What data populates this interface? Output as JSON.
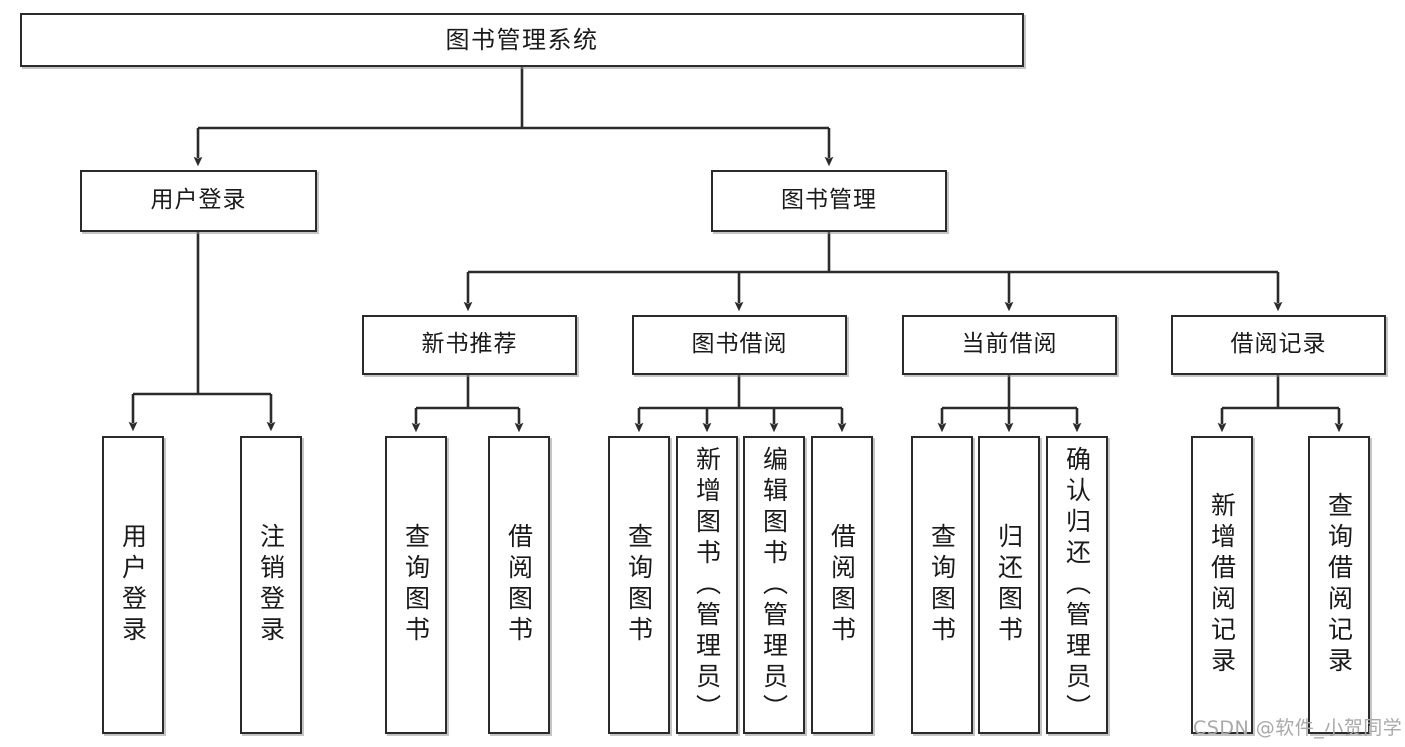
{
  "diagram": {
    "title": "图书管理系统",
    "type": "tree-hierarchy-diagram",
    "root": {
      "label": "图书管理系统"
    },
    "level2": [
      {
        "label": "用户登录"
      },
      {
        "label": "图书管理"
      }
    ],
    "level3": [
      {
        "label": "新书推荐"
      },
      {
        "label": "图书借阅"
      },
      {
        "label": "当前借阅"
      },
      {
        "label": "借阅记录"
      }
    ],
    "leaves": {
      "user_login": [
        {
          "label": "用户登录"
        },
        {
          "label": "注销登录"
        }
      ],
      "new_book_recommend": [
        {
          "label": "查询图书"
        },
        {
          "label": "借阅图书"
        }
      ],
      "book_borrow": [
        {
          "label": "查询图书"
        },
        {
          "label": "新增图书（管理员）"
        },
        {
          "label": "编辑图书（管理员）"
        },
        {
          "label": "借阅图书"
        }
      ],
      "current_borrow": [
        {
          "label": "查询图书"
        },
        {
          "label": "归还图书"
        },
        {
          "label": "确认归还（管理员）"
        }
      ],
      "borrow_record": [
        {
          "label": "新增借阅记录"
        },
        {
          "label": "查询借阅记录"
        }
      ]
    }
  },
  "watermark": {
    "text": "CSDN @软件_小贺同学"
  },
  "colors": {
    "stroke": "#2b2b2b",
    "background": "#ffffff",
    "text": "#1a1a1a",
    "watermark": "#a9a9a9"
  }
}
